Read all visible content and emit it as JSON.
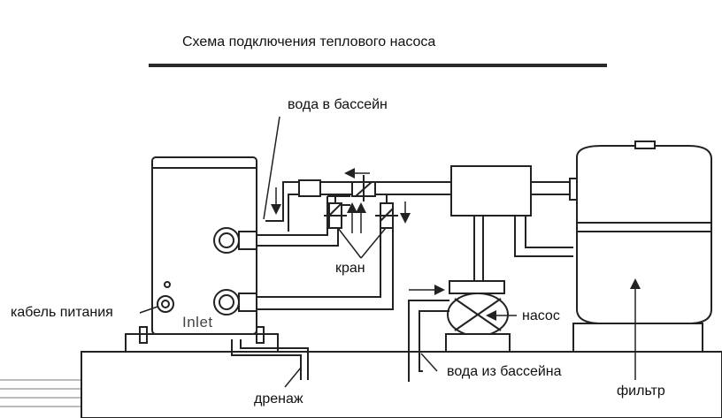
{
  "diagram": {
    "title": "Схема подключения теплового насоса",
    "labels": {
      "water_to_pool": "вода в бассейн",
      "valve": "кран",
      "power_cable": "кабель питания",
      "inlet": "Inlet",
      "pump": "насос",
      "water_from_pool": "вода из бассейна",
      "drain": "дренаж",
      "filter": "фильтр"
    },
    "components": [
      "heat-pump",
      "bypass-valves",
      "pump",
      "sand-filter",
      "pool"
    ]
  }
}
